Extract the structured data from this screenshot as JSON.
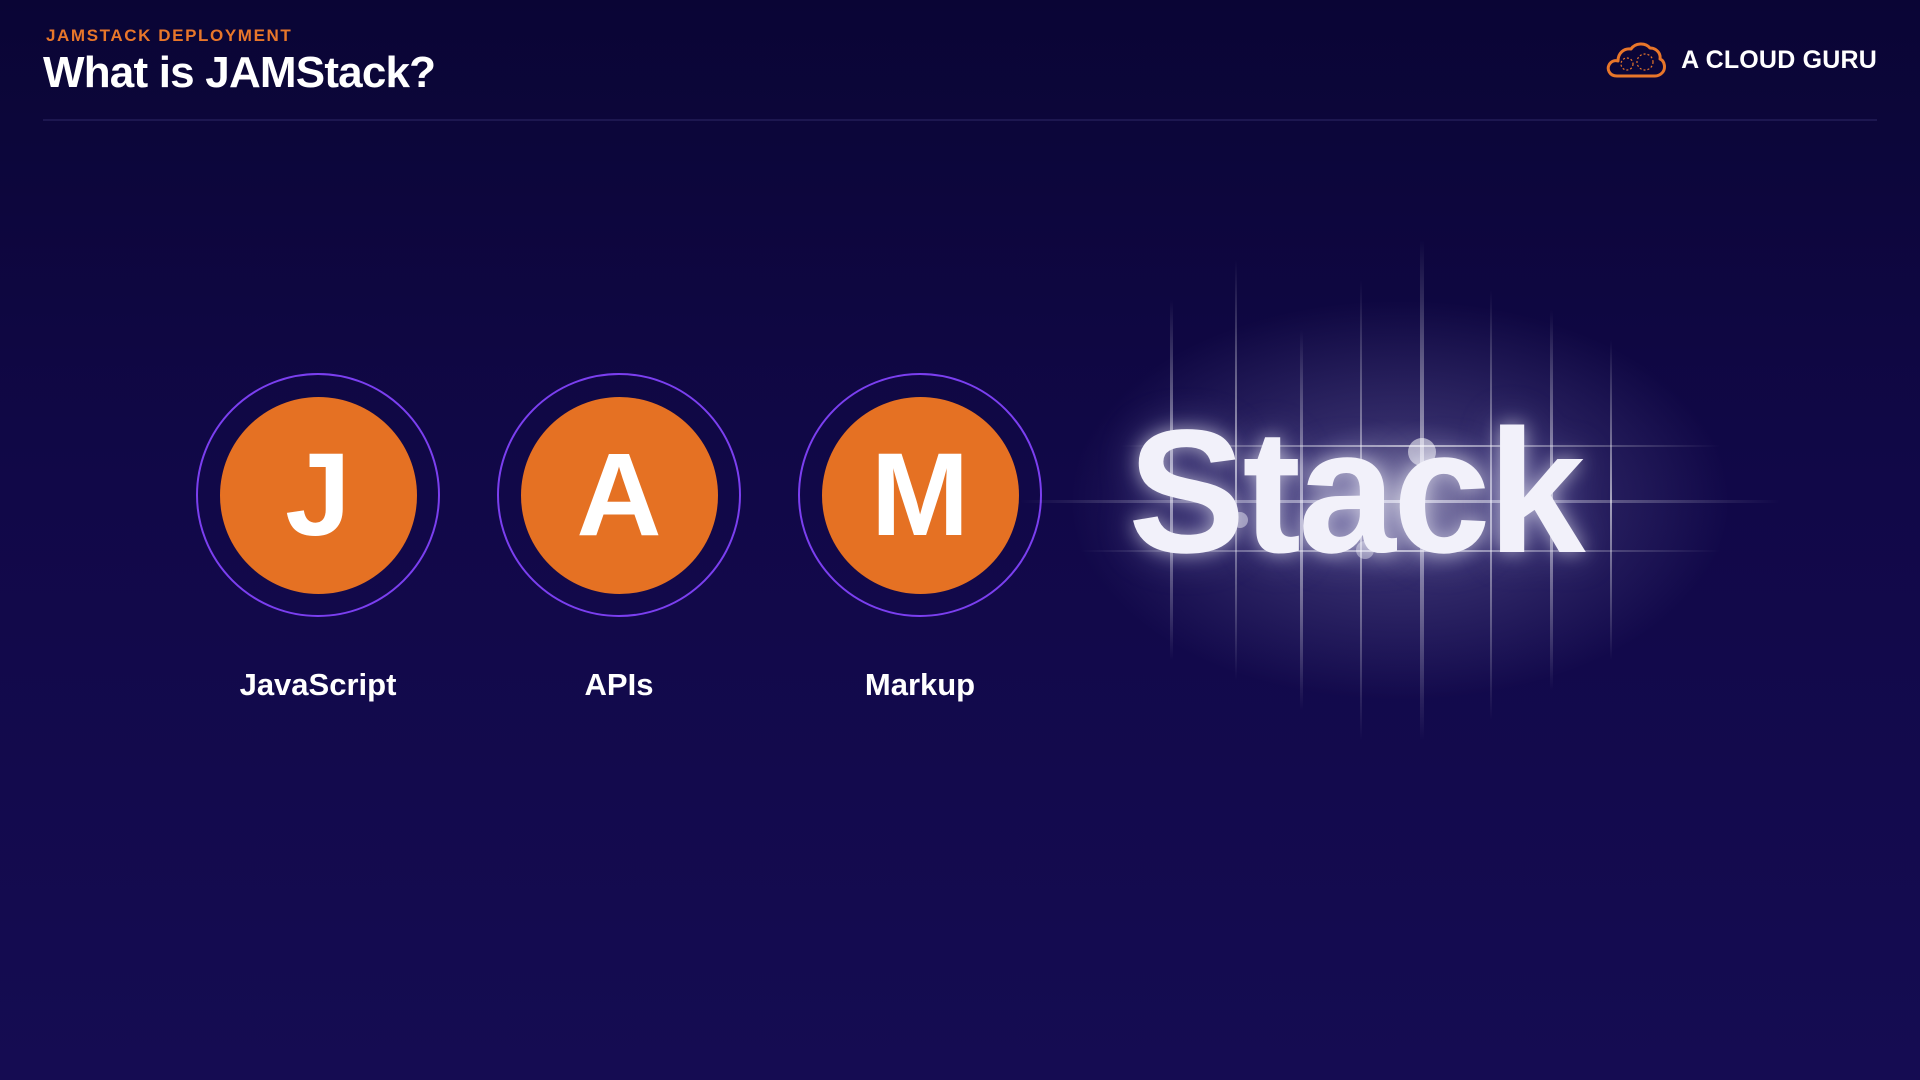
{
  "header": {
    "eyebrow": "JAMSTACK DEPLOYMENT",
    "title": "What is JAMStack?"
  },
  "brand": {
    "name": "A CLOUD GURU",
    "icon": "cloud-logo-icon"
  },
  "colors": {
    "accent_orange": "#e57123",
    "ring_purple": "#7b3ff0",
    "background": "#110848"
  },
  "letters": [
    {
      "letter": "J",
      "label": "JavaScript"
    },
    {
      "letter": "A",
      "label": "APIs"
    },
    {
      "letter": "M",
      "label": "Markup"
    }
  ],
  "stack_word": "Stack"
}
